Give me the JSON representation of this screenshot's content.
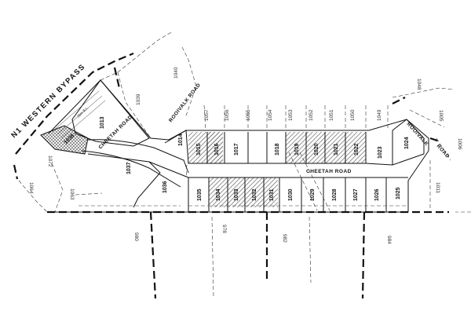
{
  "map": {
    "bypass_label": "N1 WESTERN BYPASS",
    "roads": {
      "cheetah_main": "CHEETAH ROAD",
      "cheetah_branch": "CHEETAH ROAD",
      "rooivalk_upper": "ROOIVALK ROAD",
      "rooivalk_right_a": "ROOIVALK",
      "rooivalk_right_b": "ROAD"
    },
    "erven": {
      "e1013": "1013",
      "e1014": "1014",
      "e1015": "1015",
      "e1016": "1016",
      "e1017": "1017",
      "e1018": "1018",
      "e1019": "1019",
      "e1020": "1020",
      "e1021": "1021",
      "e1022": "1022",
      "e1023": "1023",
      "e1024": "1024",
      "e1025": "1025",
      "e1026": "1026",
      "e1027": "1027",
      "e1028": "1028",
      "e1029": "1029",
      "e1030": "1030",
      "e1031": "1031",
      "e1032": "1032",
      "e1033": "1033",
      "e1034": "1034",
      "e1035": "1035",
      "e1036": "1036",
      "e1037": "1037",
      "e1038": "1038"
    },
    "outer_erven": {
      "o1039": "1039",
      "o1040": "1040",
      "o1048": "1048",
      "o1049": "1049",
      "o1050": "1050",
      "o1051": "1051",
      "o1052": "1052",
      "o1053": "1053",
      "o1054": "1054",
      "o1055": "1055",
      "o1056": "1056",
      "o1057": "1057",
      "o1005": "1005",
      "o1006": "1006",
      "o1011": "1011",
      "o1063": "1063",
      "o1064": "1064",
      "o1072": "1072",
      "o980": "980",
      "o978": "978",
      "o982": "982",
      "o984": "984"
    },
    "servitude_note": "30m B.L.",
    "colors": {
      "line": "#111111",
      "hatch": "#9a9a9a",
      "background": "#ffffff"
    }
  }
}
